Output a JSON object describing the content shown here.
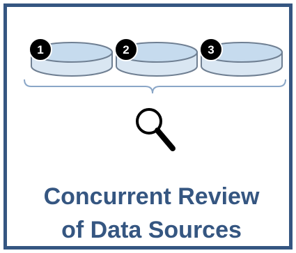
{
  "sources": [
    {
      "number": "1"
    },
    {
      "number": "2"
    },
    {
      "number": "3"
    }
  ],
  "icon": "magnifying-glass-icon",
  "caption": {
    "line1": "Concurrent Review",
    "line2": "of Data Sources"
  },
  "colors": {
    "frame": "#355681",
    "caption": "#355681",
    "disk_top": "#c6dbee",
    "disk_side": "#d9e6f2",
    "badge": "#000000",
    "bracket": "#8aa6c7"
  }
}
